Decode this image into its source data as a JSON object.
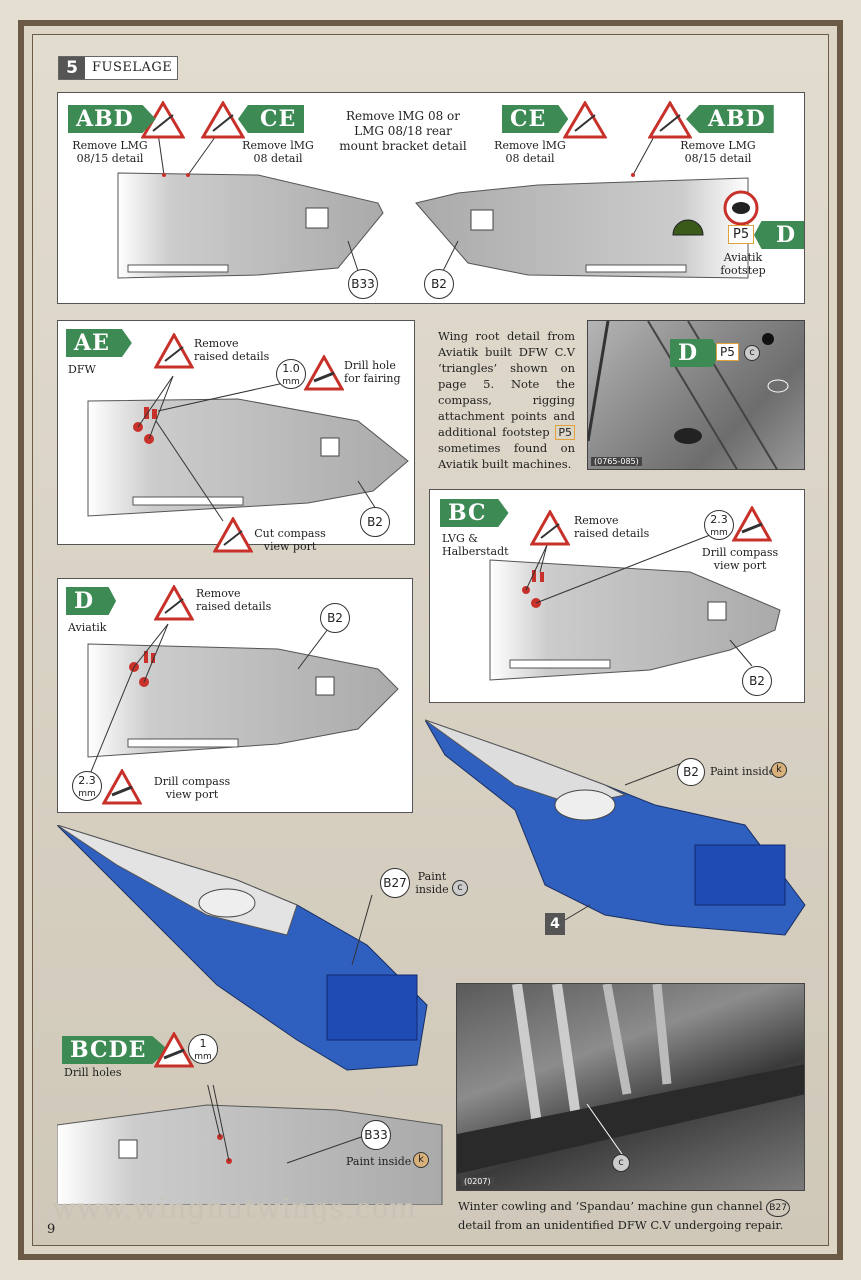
{
  "header": {
    "step": "5",
    "title": "FUSELAGE"
  },
  "panel1": {
    "tag_abd": "ABD",
    "tag_ce": "CE",
    "left_abd_text": "Remove LMG 08/15 detail",
    "left_ce_text": "Remove lMG 08 detail",
    "center_text": "Remove lMG 08 or LMG 08/18 rear mount bracket detail",
    "right_ce_text": "Remove lMG 08 detail",
    "right_abd_text": "Remove LMG 08/15 detail",
    "part_b33": "B33",
    "part_b2": "B2",
    "p5": "P5",
    "tag_d": "D",
    "footstep": "Aviatik footstep"
  },
  "panel_ae": {
    "tag": "AE",
    "sub": "DFW",
    "remove": "Remove raised details",
    "drill_size": "1.0",
    "drill_unit": "mm",
    "drill": "Drill hole for fairing",
    "cut": "Cut compass view port",
    "part": "B2"
  },
  "wing_root": {
    "text_before": "Wing root detail from Aviatik built DFW C.V ‘triangles’ shown on page 5. Note the compass, rigging attachment points and additional footstep",
    "p5": "P5",
    "text_after": "sometimes found on Aviatik built machines.",
    "photo_tag": "D",
    "photo_p5": "P5",
    "photo_c": "c",
    "photo_code": "(0765-085)"
  },
  "panel_bc": {
    "tag": "BC",
    "sub": "LVG & Halberstadt",
    "remove": "Remove raised details",
    "drill_size": "2.3",
    "drill_unit": "mm",
    "drill": "Drill compass view port",
    "part": "B2"
  },
  "panel_d": {
    "tag": "D",
    "sub": "Aviatik",
    "remove": "Remove raised details",
    "drill_size": "2.3",
    "drill_unit": "mm",
    "drill": "Drill compass view port",
    "part": "B2"
  },
  "assembly": {
    "b2": "B2",
    "b2_paint": "Paint inside",
    "b2_code": "k",
    "step": "4",
    "b27": "B27",
    "b27_paint": "Paint inside",
    "b27_code": "c"
  },
  "panel_bcde": {
    "tag": "BCDE",
    "sub": "Drill holes",
    "drill_size": "1",
    "drill_unit": "mm",
    "part": "B33",
    "paint": "Paint inside",
    "paint_code": "k"
  },
  "photo2": {
    "code": "(0207)",
    "c": "c",
    "caption_before": "Winter cowling and ‘Spandau’ machine gun channel",
    "part": "B27",
    "caption_after": "detail from an unidentified DFW C.V undergoing repair."
  },
  "footer": {
    "url": "www.wingnutwings.com",
    "page": "9"
  },
  "colors": {
    "tag_green": "#3e8a55",
    "assembly_blue": "#2f5fbf",
    "warn_red": "#c8312a",
    "p5_orange": "#e0a23a"
  }
}
